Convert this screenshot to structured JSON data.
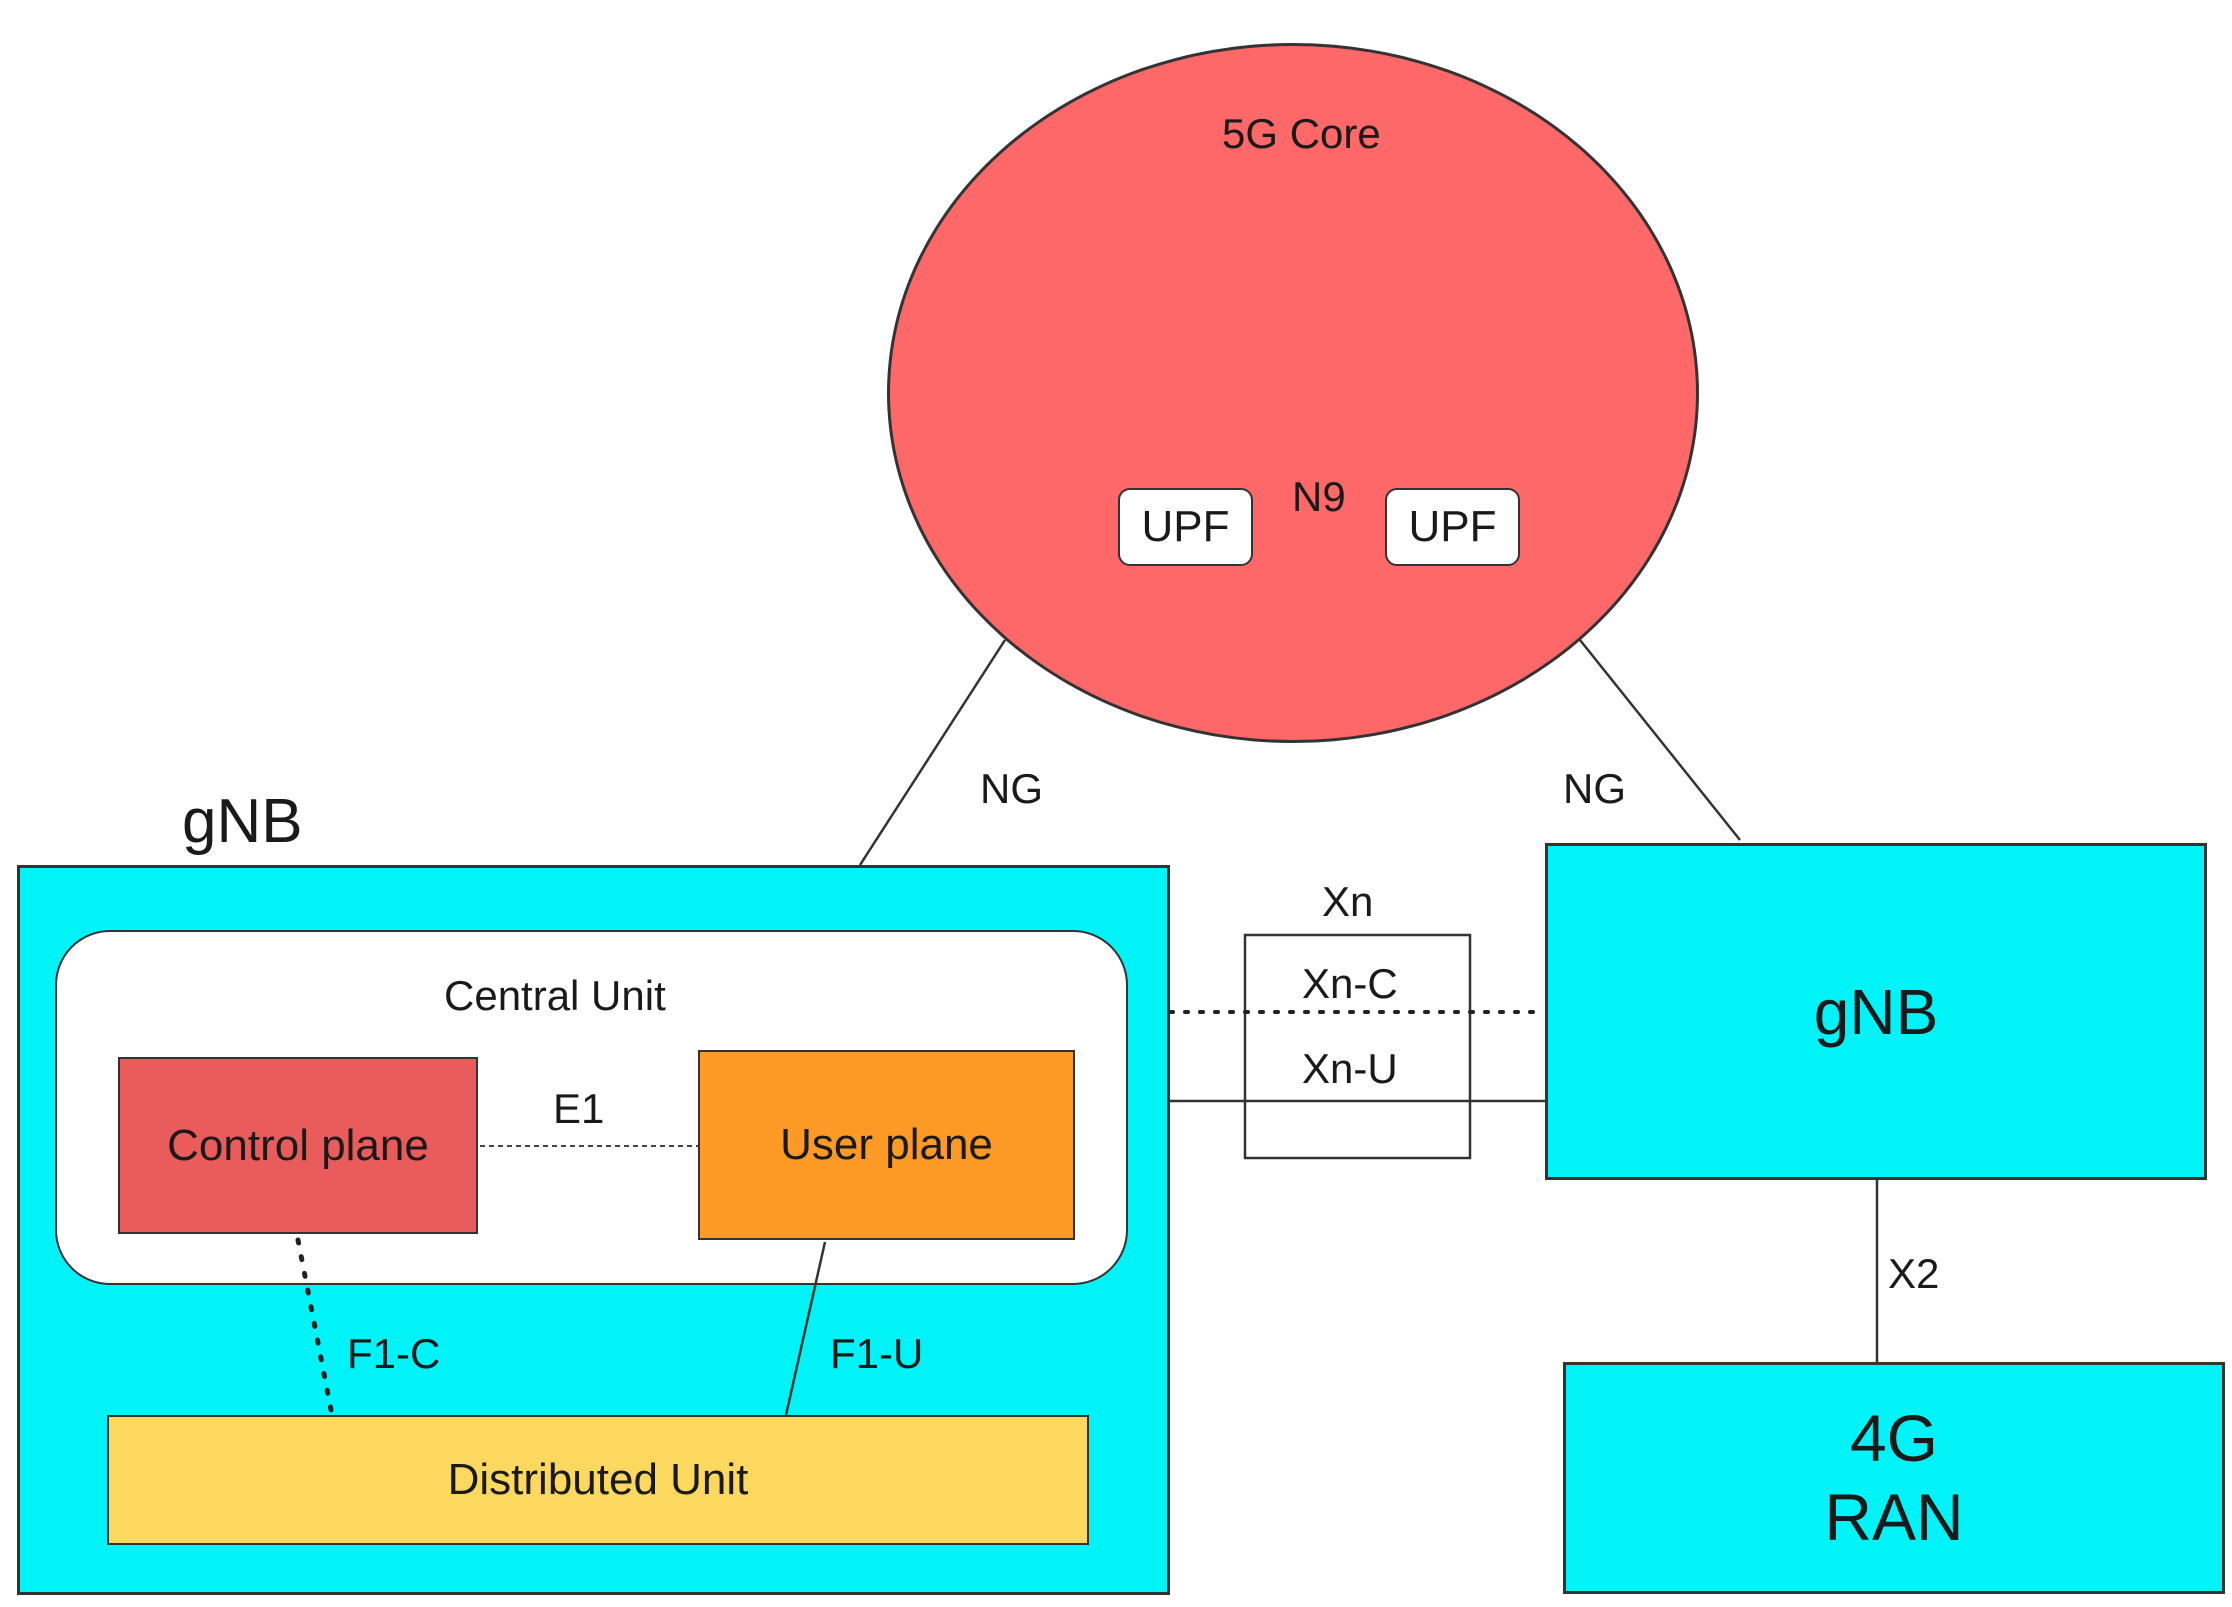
{
  "core": {
    "title": "5G Core",
    "upf_left": "UPF",
    "upf_right": "UPF",
    "n9_label": "N9",
    "color": "#fe6869"
  },
  "links": {
    "ng_left": "NG",
    "ng_right": "NG",
    "xn": "Xn",
    "xn_c": "Xn-C",
    "xn_u": "Xn-U",
    "x2": "X2"
  },
  "gnb_left": {
    "title": "gNB",
    "color": "#00f3f7",
    "central_unit": {
      "title": "Central Unit",
      "control_plane": "Control plane",
      "user_plane": "User plane",
      "e1_label": "E1",
      "control_color": "#ea5b5c",
      "user_color": "#fd9a26"
    },
    "f1c_label": "F1-C",
    "f1u_label": "F1-U",
    "distributed_unit": "Distributed Unit",
    "du_color": "#fdd85f"
  },
  "gnb_right": {
    "title": "gNB"
  },
  "ran": {
    "line1": "4G",
    "line2": "RAN"
  }
}
